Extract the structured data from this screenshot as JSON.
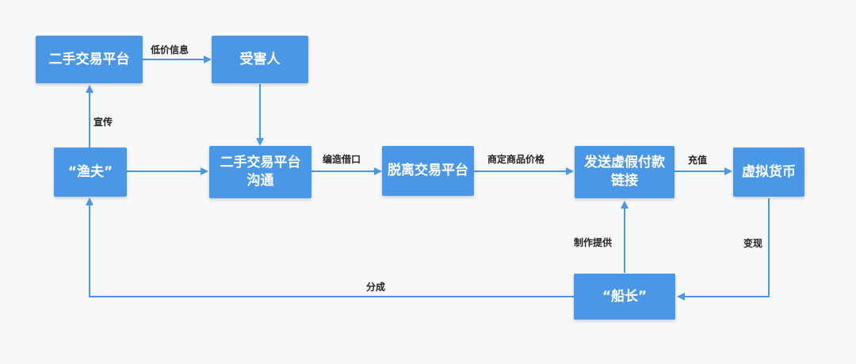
{
  "nodes": {
    "platform_top": "二手交易平台",
    "victim": "受害人",
    "fisherman": "“渔夫”",
    "platform_chat": "二手交易平台沟通",
    "leave_platform": "脱离交易平台",
    "fake_link": "发送虚假付款链接",
    "virtual_currency": "虚拟货币",
    "captain": "“船长”"
  },
  "edges": {
    "low_price_info": "低价信息",
    "promote": "宣传",
    "excuse": "编造借口",
    "agree_price": "商定商品价格",
    "recharge": "充值",
    "cash_out": "变现",
    "make_provide": "制作提供",
    "share": "分成"
  },
  "colors": {
    "node_fill": "#4a97e8",
    "arrow": "#4a97e8"
  }
}
